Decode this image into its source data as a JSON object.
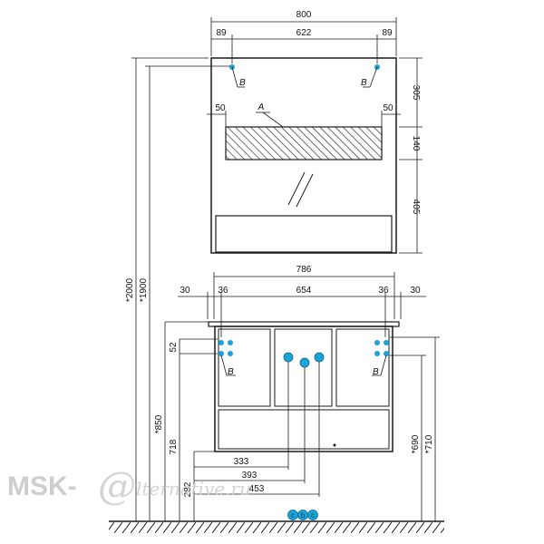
{
  "mirror": {
    "width": "800",
    "left_offset": "89",
    "inner_width": "622",
    "right_offset": "89",
    "side_top": "305",
    "side_mid": "140",
    "side_bottom": "405",
    "inset_left": "50",
    "inset_right": "50",
    "label_a": "A",
    "label_b_left": "B",
    "label_b_right": "B"
  },
  "cabinet": {
    "width": "786",
    "overhang_left": "30",
    "offset_left": "36",
    "inner_width": "654",
    "offset_right": "36",
    "overhang_right": "30",
    "label_b_left": "B",
    "label_b_right": "B",
    "height_52": "52",
    "height_718": "718",
    "height_282": "282",
    "height_690": "*690",
    "height_710": "*710",
    "pipe_333": "333",
    "pipe_393": "393",
    "pipe_453": "453",
    "pipe_labels": [
      "c",
      "b",
      "c"
    ]
  },
  "overall": {
    "height_2000": "*2000",
    "height_1900": "*1900",
    "height_850": "*850"
  },
  "watermark": {
    "brand": "MSK-",
    "at": "@",
    "rest": "lternative.ru"
  },
  "colors": {
    "line": "#1a1a1a",
    "pipe": "#1aa3d9",
    "watermark": "#c9c9c9"
  }
}
